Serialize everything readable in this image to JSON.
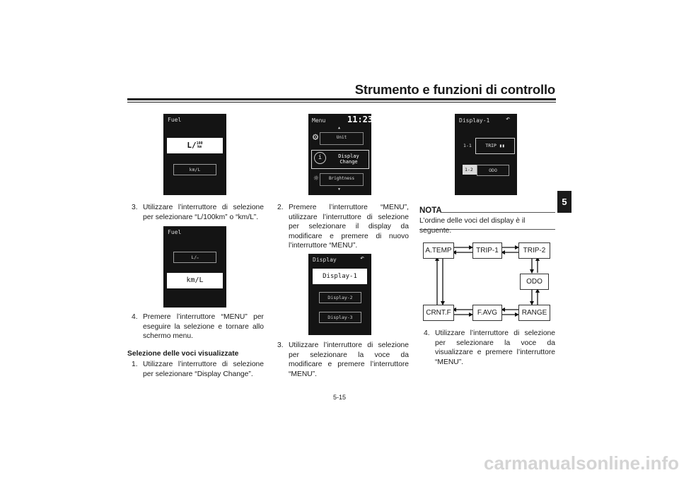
{
  "header": {
    "title": "Strumento e funzioni di controllo",
    "chapter": "5"
  },
  "screens": {
    "fuel1": {
      "title": "Fuel",
      "selected": "L/",
      "selected_frac_top": "100",
      "selected_frac_bot": "km",
      "option": "km/L"
    },
    "fuel2": {
      "title": "Fuel",
      "option": "L/",
      "selected": "km/L"
    },
    "menu": {
      "title": "Menu",
      "time": "11:23",
      "items": [
        "Unit",
        "Display Change",
        "Brightness"
      ],
      "item_icons": [
        "gear-icon",
        "display-change-icon",
        "brightness-icon"
      ]
    },
    "display": {
      "title": "Display",
      "items": [
        "Display-1",
        "Display-2",
        "Display-3"
      ]
    },
    "display1": {
      "title": "Display-1",
      "rows": [
        {
          "num": "1-1",
          "value": "TRIP"
        },
        {
          "num": "1-2",
          "value": "ODO"
        }
      ]
    }
  },
  "col1": {
    "step3": {
      "num": "3.",
      "text": "Utilizzare l’interruttore di selezione per selezionare “L/100km” o “km/L”."
    },
    "step4": {
      "num": "4.",
      "text": "Premere l’interruttore “MENU” per eseguire la selezione e tornare allo schermo menu."
    },
    "section_title": "Selezione delle voci visualizzate",
    "step1": {
      "num": "1.",
      "text": "Utilizzare l’interruttore di selezione per selezionare “Display Change”."
    }
  },
  "col2": {
    "step2": {
      "num": "2.",
      "text": "Premere l’interruttore “MENU”, utilizzare l’interruttore di selezione per selezionare il display da modificare e premere di nuovo l’interruttore “MENU”."
    },
    "step3": {
      "num": "3.",
      "text": "Utilizzare l’interruttore di selezione per selezionare la voce da modificare e premere l’interruttore “MENU”."
    }
  },
  "col3": {
    "nota": {
      "heading": "NOTA",
      "text": "L’ordine delle voci del display è il seguente."
    },
    "diagram": {
      "nodes": [
        "A.TEMP",
        "TRIP-1",
        "TRIP-2",
        "ODO",
        "RANGE",
        "F.AVG",
        "CRNT.F"
      ]
    },
    "step4": {
      "num": "4.",
      "text": "Utilizzare l’interruttore di selezione per selezionare la voce da visualizzare e premere l’interruttore “MENU”."
    }
  },
  "footer": {
    "page": "5-15"
  },
  "watermark": "carmanualsonline.info"
}
